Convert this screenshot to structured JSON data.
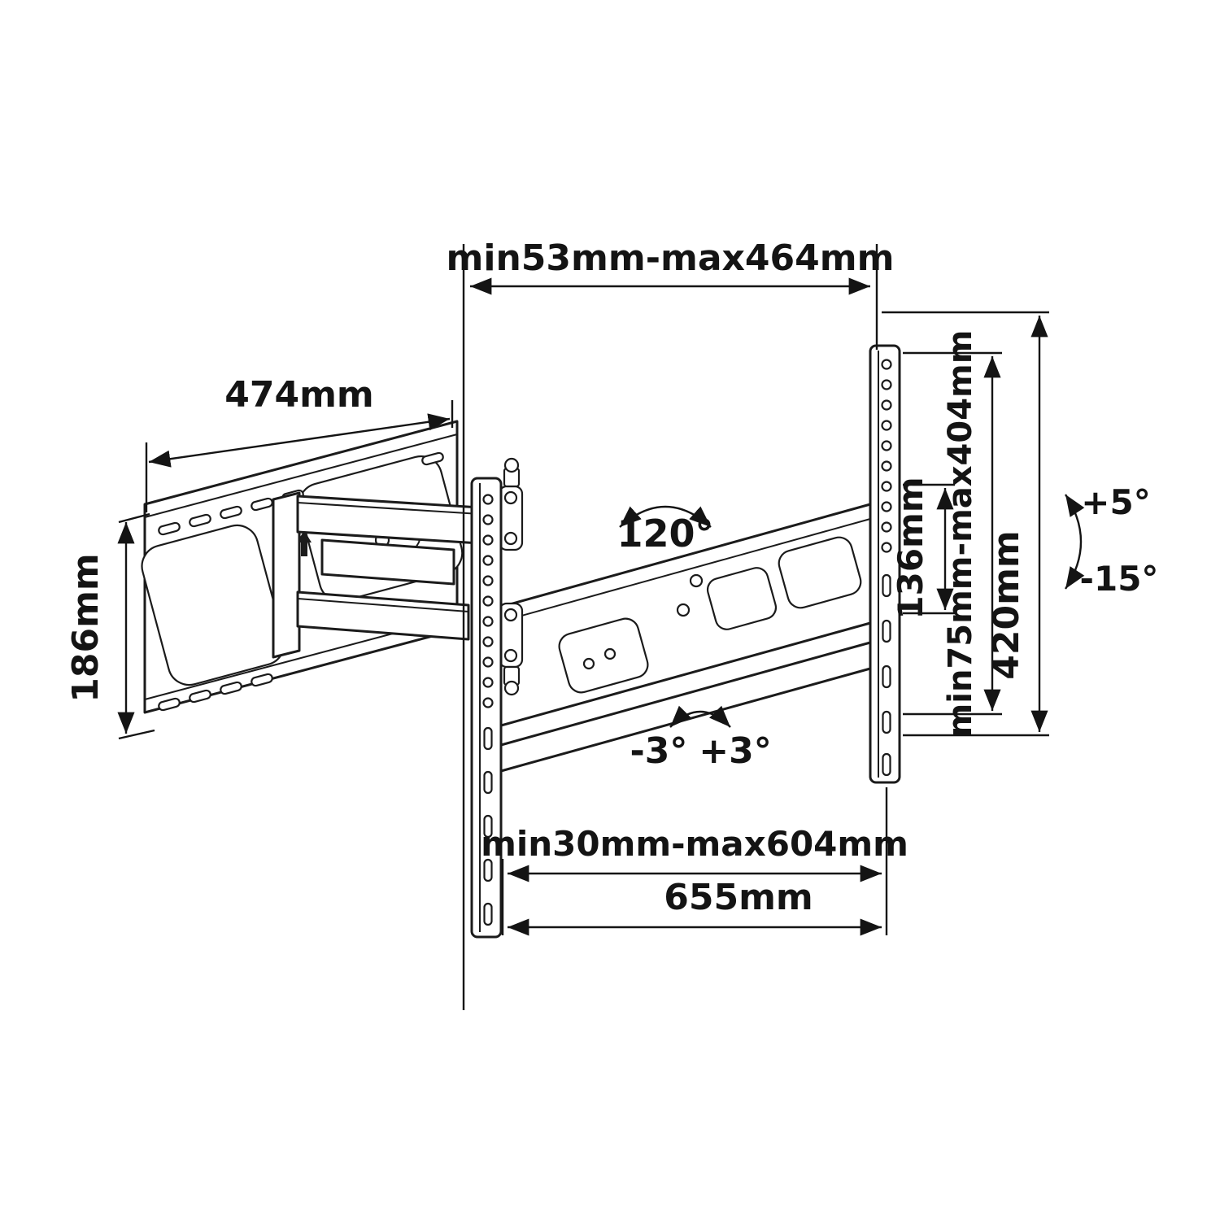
{
  "title": "Articulating TV wall mount bracket — dimensional line drawing",
  "colors": {
    "line": "#1b1b1b",
    "background": "#ffffff"
  },
  "labels": {
    "extension_range": "min53mm-max464mm",
    "wall_plate_width": "474mm",
    "wall_plate_height": "186mm",
    "swivel_angle": "120°",
    "vesa_min_height": "136mm",
    "vesa_height_range": "min75mm-max404mm",
    "bracket_height": "420mm",
    "tilt_up": "+5°",
    "tilt_down": "-15°",
    "level_adjust_left": "-3°",
    "level_adjust_right": "+3°",
    "vesa_width_range": "min30mm-max604mm",
    "crossbar_width": "655mm"
  }
}
